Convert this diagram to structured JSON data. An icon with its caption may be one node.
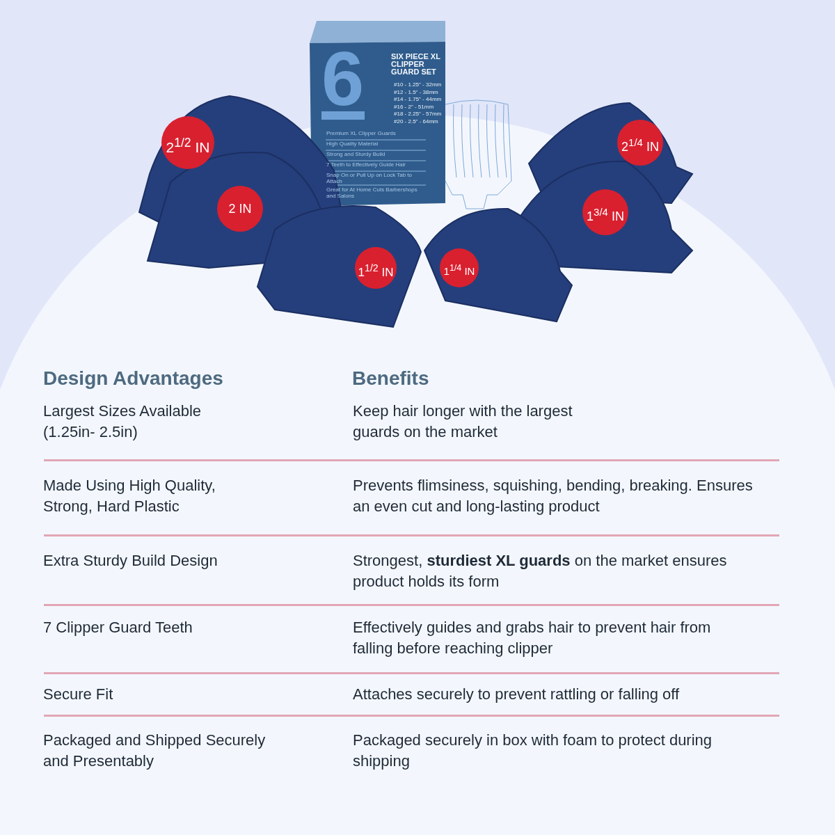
{
  "diagram": {
    "labels": [
      "6",
      "SIX PIECE XL CLIPPER GUARD SET",
      "#10 - 1.25\" - 32mm",
      "#12 - 1.5\" - 38mm",
      "#14 - 1.75\" - 44mm",
      "#16 - 2\" - 51mm",
      "#18 - 2.25\" - 57mm",
      "#20 - 2.5\" - 64mm",
      "Premium XL Clipper Guards",
      "High Quality Material",
      "Strong and Sturdy Build",
      "7 Teeth to Effectively Guide Hair",
      "Snap On or Pull Up on Lock Tab to Attach",
      "Great for At Home Cuts Barbershops and Salons",
      "2$^{1/2}$ IN",
      "2$^{1/4}$ IN",
      "2 IN",
      "1$^{3/4}$ IN",
      "1$^{1/2}$ IN",
      "1$^{1/4}$ IN",
      "Design Advantages",
      "Benefits",
      "Largest Sizes Available (1.25in- 2.5in)",
      "Keep hair longer with the largest guards on the market",
      "Made Using High Quality, Strong, Hard Plastic",
      "Prevents flimsiness, squishing, bending, breaking. Ensures an even cut and long-lasting product",
      "Extra Sturdy Build Design",
      "Strongest, **sturdiest XL guards** on the market ensures product holds its form",
      "7 Clipper Guard Teeth",
      "Effectively guides and grabs hair to prevent hair from falling before reaching clipper",
      "Secure Fit",
      "Attaches securely to prevent rattling or falling off",
      "Packaged and Shipped Securely and Presentably",
      "Packaged securely in box with foam to protect during shipping"
    ]
  }
}
